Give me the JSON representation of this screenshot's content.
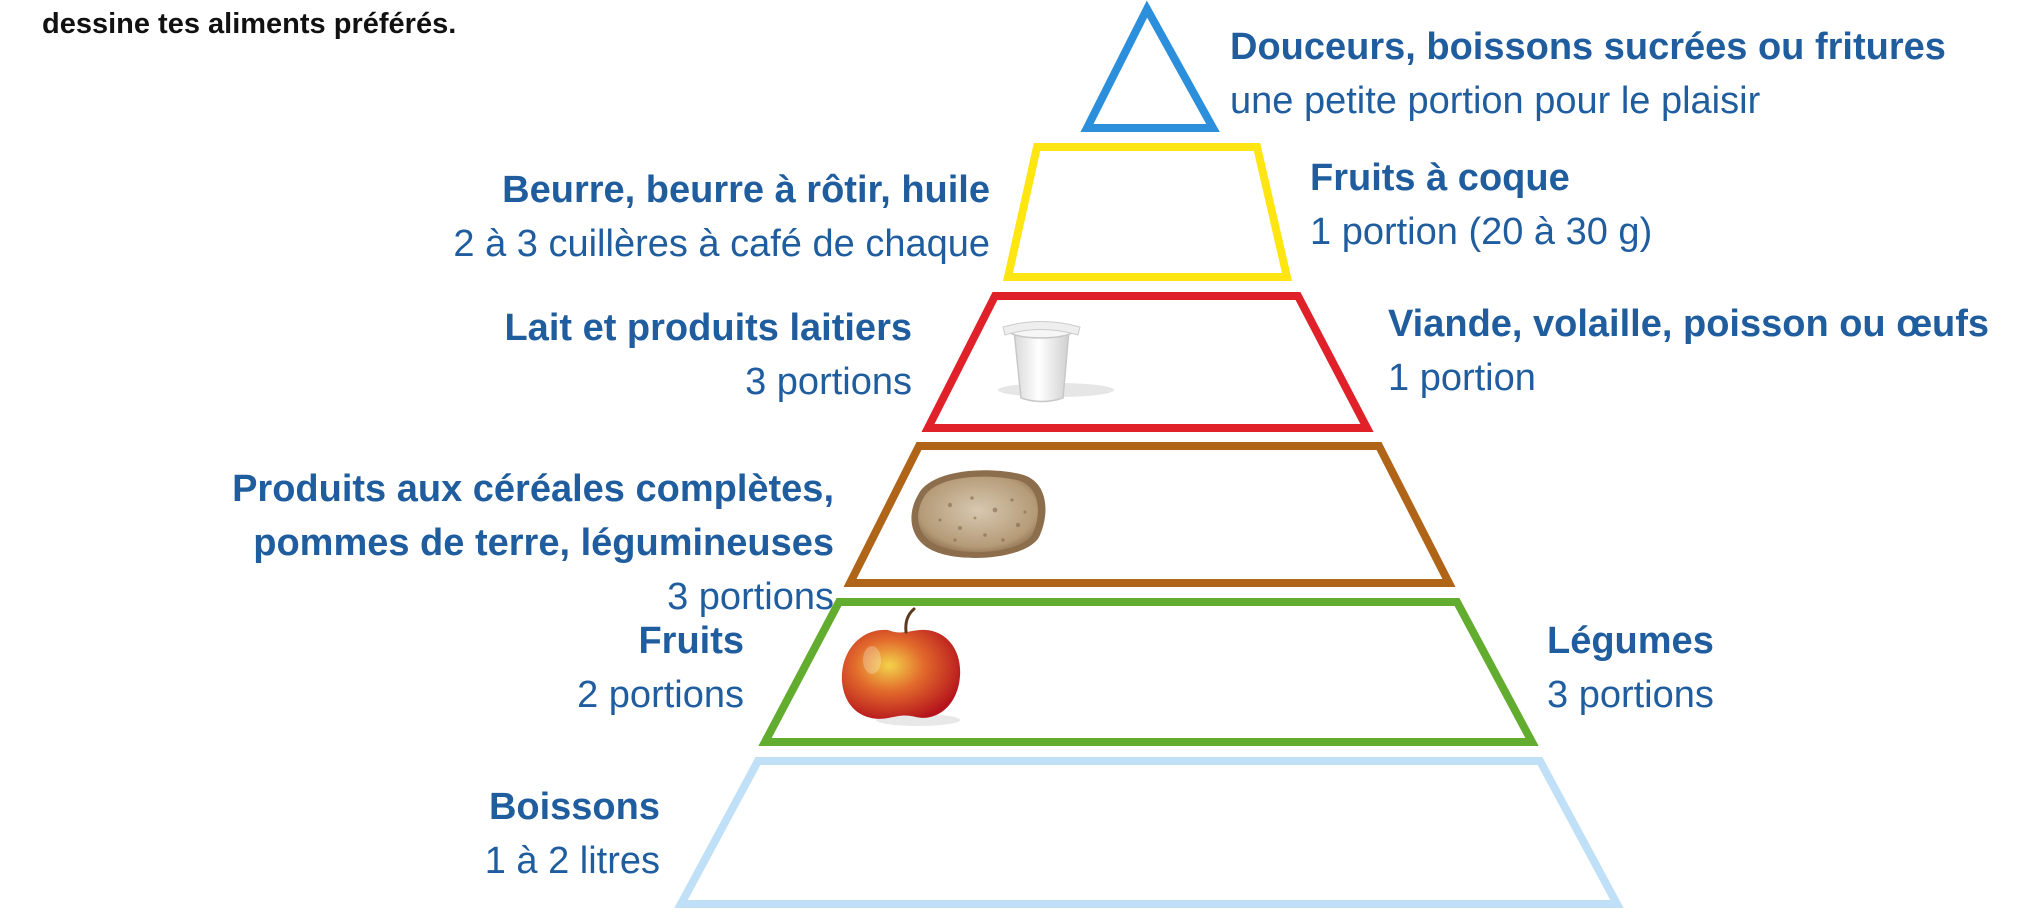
{
  "instruction": "dessine tes aliments préférés.",
  "colors": {
    "text_blue": "#1f5d9e",
    "sweets": "#2b8fdc",
    "fats": "#ffe612",
    "dairy_protein": "#e12129",
    "cereals": "#b06418",
    "fruits_vegetables": "#62ad2f",
    "drinks": "#bfe0f6"
  },
  "left_labels": {
    "fats": {
      "title": "Beurre, beurre à rôtir, huile",
      "sub": "2 à 3 cuillères à café de chaque"
    },
    "dairy": {
      "title": "Lait et produits laitiers",
      "sub": "3 portions"
    },
    "cereals": {
      "title_line1": "Produits aux céréales complètes,",
      "title_line2": "pommes de terre, légumineuses",
      "sub": "3 portions"
    },
    "fruits": {
      "title": "Fruits",
      "sub": "2 portions"
    },
    "drinks": {
      "title": "Boissons",
      "sub": "1 à 2 litres"
    }
  },
  "right_labels": {
    "sweets": {
      "title": "Douceurs, boissons sucrées ou fritures",
      "sub": "une petite portion pour le plaisir"
    },
    "nuts": {
      "title": "Fruits à coque",
      "sub": "1 portion (20 à 30 g)"
    },
    "protein": {
      "title": "Viande, volaille, poisson ou œufs",
      "sub": "1 portion"
    },
    "vegetables": {
      "title": "Légumes",
      "sub": "3 portions"
    }
  },
  "illustrations": [
    "yogurt-cup",
    "bread-slice",
    "apple"
  ]
}
